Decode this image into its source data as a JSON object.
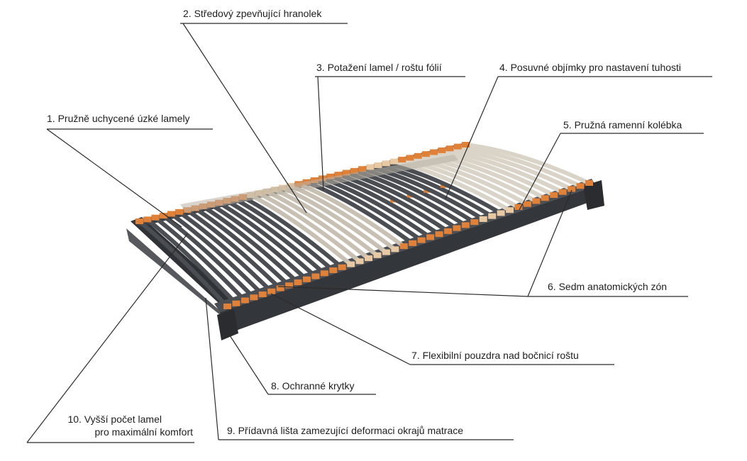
{
  "callouts": [
    {
      "id": 1,
      "text": "1. Pružně uchycené úzké lamely"
    },
    {
      "id": 2,
      "text": "2. Středový zpevňující hranolek"
    },
    {
      "id": 3,
      "text": "3. Potažení lamel / roštu fólií"
    },
    {
      "id": 4,
      "text": "4. Posuvné objímky pro nastavení tuhosti"
    },
    {
      "id": 5,
      "text": "5. Pružná ramenní kolébka"
    },
    {
      "id": 6,
      "text": "6. Sedm anatomických zón"
    },
    {
      "id": 7,
      "text": "7. Flexibilní pouzdra nad bočnicí roštu"
    },
    {
      "id": 8,
      "text": "8. Ochranné krytky"
    },
    {
      "id": 9,
      "text": "9. Přídavná lišta zamezující deformaci okrajů matrace"
    },
    {
      "id": 10,
      "text_line1": "10. Vyšší počet lamel",
      "text_line2": "pro maximální komfort"
    }
  ],
  "colors": {
    "frame": "#3b3e42",
    "frame_dark": "#2a2c2f",
    "slat_dark": "#4a4d52",
    "slat_light": "#d9d3c8",
    "slat_mid": "#c8c0b2",
    "sleeve_orange": "#e0813a",
    "sleeve_beige": "#e8c9a4",
    "leader_line": "#2b2b2b"
  }
}
